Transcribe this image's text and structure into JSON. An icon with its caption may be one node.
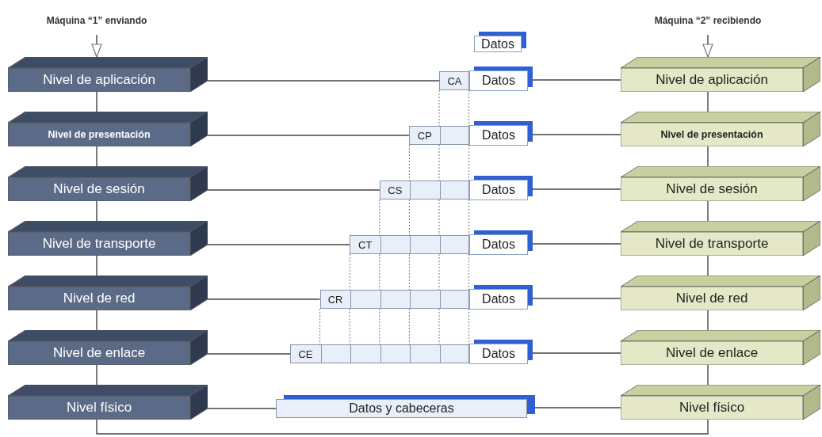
{
  "diagram": {
    "nodes": [
      {
        "text": [
          "Máquina “1” enviando"
        ]
      },
      {
        "text": [
          "Nivel de aplicación"
        ]
      },
      {
        "text": [
          "Nivel de presentación"
        ]
      },
      {
        "text": [
          "Nivel de sesión"
        ]
      },
      {
        "text": [
          "Nivel de transporte"
        ]
      },
      {
        "text": [
          "Nivel de red"
        ]
      },
      {
        "text": [
          "Nivel de enlace"
        ]
      },
      {
        "text": [
          "Nivel físico"
        ]
      },
      {
        "text": [
          "Máquina “2” recibiendo"
        ]
      },
      {
        "text": [
          "Nivel de aplicación"
        ]
      },
      {
        "text": [
          "Nivel de presentación"
        ]
      },
      {
        "text": [
          "Nivel de sesión"
        ]
      },
      {
        "text": [
          "Nivel de transporte"
        ]
      },
      {
        "text": [
          "Nivel de red"
        ]
      },
      {
        "text": [
          "Nivel de enlace"
        ]
      },
      {
        "text": [
          "Nivel físico"
        ]
      },
      {
        "text": [
          "Datos"
        ]
      },
      {
        "text": [
          "CA",
          "Datos"
        ]
      },
      {
        "text": [
          "CP",
          "Datos"
        ]
      },
      {
        "text": [
          "CS",
          "Datos"
        ]
      },
      {
        "text": [
          "CT",
          "Datos"
        ]
      },
      {
        "text": [
          "CR",
          "Datos"
        ]
      },
      {
        "text": [
          "CE",
          "Datos"
        ]
      },
      {
        "text": [
          "Datos y cabeceras"
        ]
      }
    ],
    "edges": [
      {
        "from": 0,
        "to": 1,
        "arrow": "to"
      },
      {
        "from": 1,
        "to": 2,
        "arrow": "none"
      },
      {
        "from": 2,
        "to": 3,
        "arrow": "none"
      },
      {
        "from": 3,
        "to": 4,
        "arrow": "none"
      },
      {
        "from": 4,
        "to": 5,
        "arrow": "none"
      },
      {
        "from": 5,
        "to": 6,
        "arrow": "none"
      },
      {
        "from": 6,
        "to": 7,
        "arrow": "none"
      },
      {
        "from": 8,
        "to": 9,
        "arrow": "to"
      },
      {
        "from": 9,
        "to": 10,
        "arrow": "none"
      },
      {
        "from": 10,
        "to": 11,
        "arrow": "none"
      },
      {
        "from": 11,
        "to": 12,
        "arrow": "none"
      },
      {
        "from": 12,
        "to": 13,
        "arrow": "none"
      },
      {
        "from": 13,
        "to": 14,
        "arrow": "none"
      },
      {
        "from": 14,
        "to": 15,
        "arrow": "none"
      },
      {
        "from": 1,
        "to": 17,
        "arrow": "none"
      },
      {
        "from": 17,
        "to": 9,
        "arrow": "none"
      },
      {
        "from": 2,
        "to": 18,
        "arrow": "none"
      },
      {
        "from": 18,
        "to": 10,
        "arrow": "none"
      },
      {
        "from": 3,
        "to": 19,
        "arrow": "none"
      },
      {
        "from": 19,
        "to": 11,
        "arrow": "none"
      },
      {
        "from": 4,
        "to": 20,
        "arrow": "none"
      },
      {
        "from": 20,
        "to": 12,
        "arrow": "none"
      },
      {
        "from": 5,
        "to": 21,
        "arrow": "none"
      },
      {
        "from": 21,
        "to": 13,
        "arrow": "none"
      },
      {
        "from": 6,
        "to": 22,
        "arrow": "none"
      },
      {
        "from": 22,
        "to": 14,
        "arrow": "none"
      },
      {
        "from": 7,
        "to": 23,
        "arrow": "none"
      },
      {
        "from": 23,
        "to": 15,
        "arrow": "none"
      },
      {
        "from": 7,
        "to": 15,
        "arrow": "none"
      }
    ]
  }
}
